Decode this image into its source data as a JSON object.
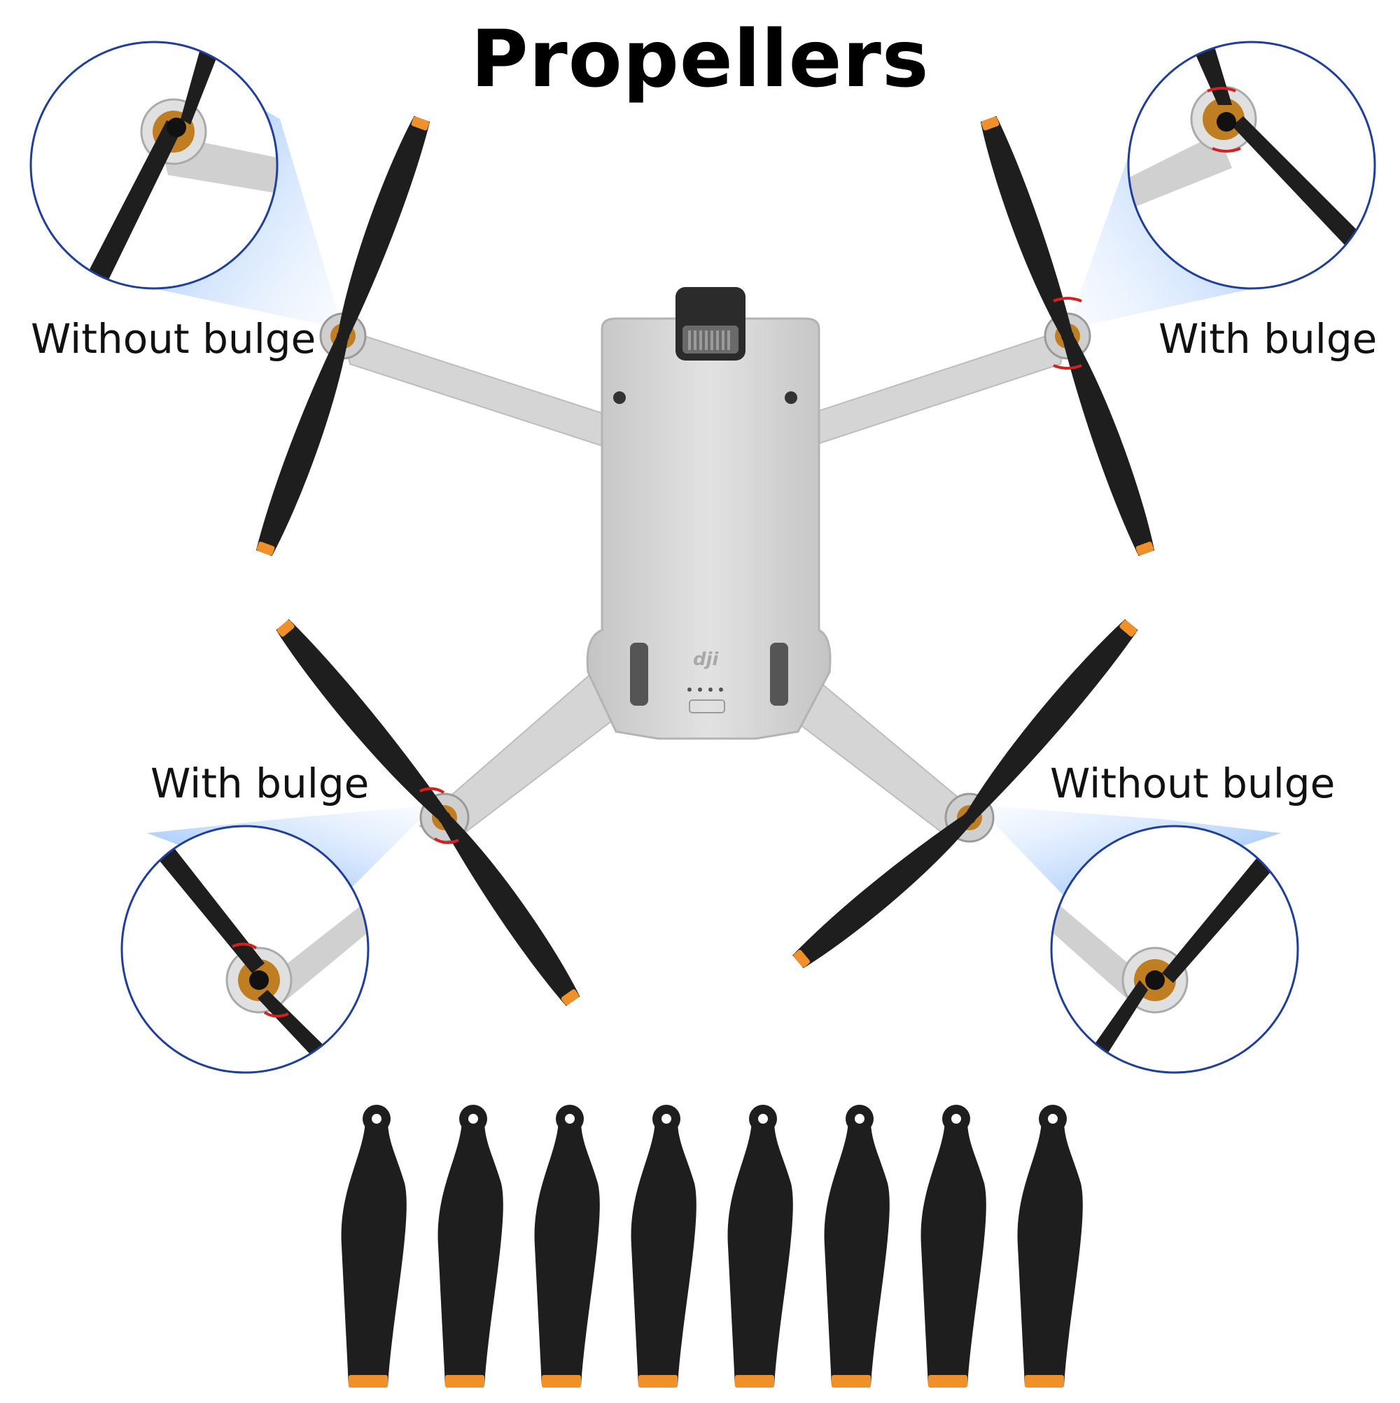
{
  "title": "Propellers",
  "labels": {
    "top_left": "Without bulge",
    "top_right": "With bulge",
    "bottom_left": "With bulge",
    "bottom_right": "Without bulge"
  },
  "logo_text": "dji",
  "loose_propeller_count": 8,
  "colors": {
    "blade": "#1e1e1e",
    "tip": "#f0902a",
    "drone_body": "#cfcfcf",
    "zoom_ring": "#1f3f9a",
    "beam": "#6fa8f5",
    "bulge_mark": "#d42020"
  }
}
